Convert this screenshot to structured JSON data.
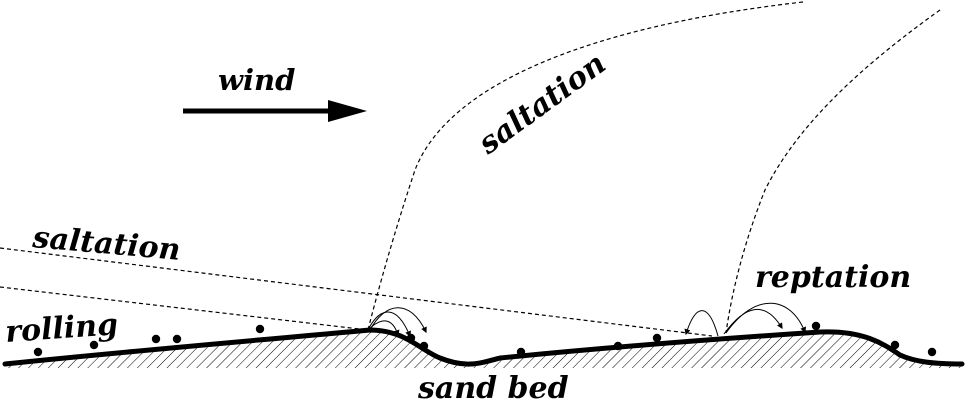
{
  "labels": {
    "wind": "wind",
    "saltation_upper": "saltation",
    "saltation_lower": "saltation",
    "reptation": "reptation",
    "rolling": "rolling",
    "sand_bed": "sand bed"
  },
  "colors": {
    "ink": "#000000",
    "background": "#ffffff"
  }
}
